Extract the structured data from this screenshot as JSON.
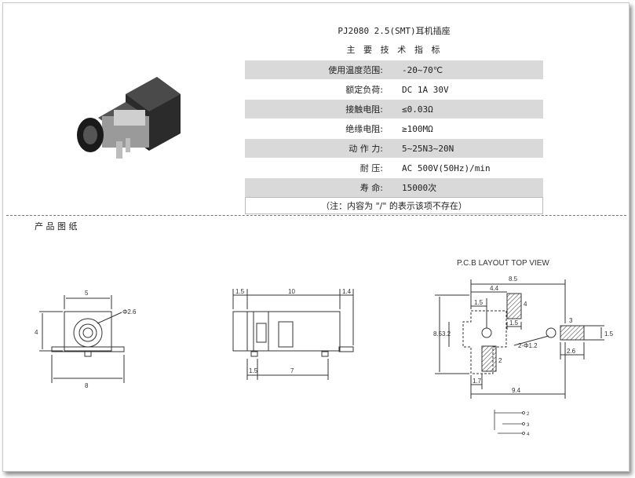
{
  "header": {
    "title": "PJ2080 2.5(SMT)耳机插座",
    "subtitle": "主 要 技 术 指 标"
  },
  "specs": [
    {
      "label": "使用温度范围:",
      "value": "-20~70℃"
    },
    {
      "label": "额定负荷:",
      "value": "DC 1A 30V"
    },
    {
      "label": "接触电阻:",
      "value": "≤0.03Ω"
    },
    {
      "label": "绝缘电阻:",
      "value": "≥100MΩ"
    },
    {
      "label": "动 作 力:",
      "value": "5~25N3~20N"
    },
    {
      "label": "耐   压:",
      "value": "AC 500V(50Hz)/min"
    },
    {
      "label": "寿   命:",
      "value": "15000次"
    }
  ],
  "note": "（注：内容为 \"/\" 的表示该项不存在）",
  "section_title": "产 品 图 纸",
  "drawings": {
    "front": {
      "width": "5",
      "height": "4",
      "hole": "Φ2.6",
      "base": "8"
    },
    "side": {
      "top_left": "1.5",
      "top_mid": "10",
      "top_right": "1.4",
      "bot_left": "1.5",
      "bot_mid": "7"
    },
    "pcb": {
      "title": "P.C.B LAYOUT   TOP VIEW",
      "dim_85_top": "8.5",
      "dim_44": "4.4",
      "dim_15_a": "1.5",
      "dim_15_b": "1.5",
      "dim_85_left": "8.5",
      "dim_32": "3.2",
      "holes": "2-Φ1.2",
      "dim_26": "2.6",
      "dim_15_r": "1.5",
      "dim_17": "1.7",
      "dim_94": "9.4",
      "pin2": "2",
      "pin3": "3",
      "pin4": "4",
      "sch2": "2",
      "sch3": "3",
      "sch4": "4"
    }
  }
}
